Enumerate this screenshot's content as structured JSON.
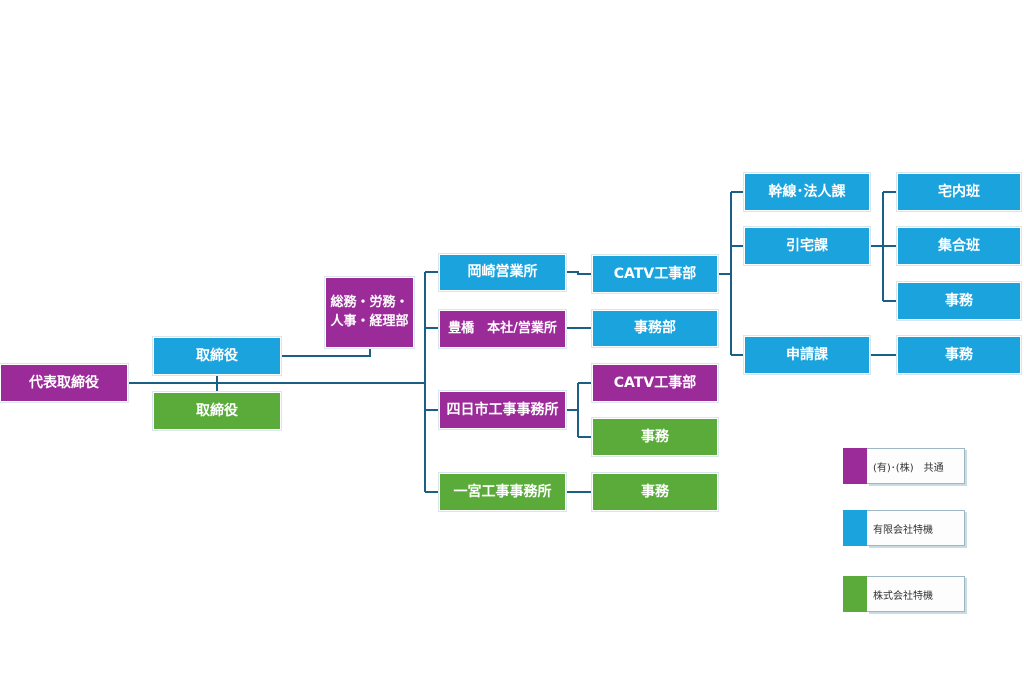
{
  "colors": {
    "purple": "#9b2b99",
    "blue": "#1aa3dd",
    "green": "#5aab3a",
    "line": "#1c5f86"
  },
  "nodes": {
    "ceo": "代表取締役",
    "director_blue": "取締役",
    "director_green": "取締役",
    "general_affairs": "総務・労務・\n人事・経理部",
    "okazaki": "岡崎営業所",
    "toyohashi": "豊橋　本社/営業所",
    "yokkaichi": "四日市工事事務所",
    "ichinomiya": "一宮工事事務所",
    "catv_okazaki": "CATV工事部",
    "jimubu_toyohashi": "事務部",
    "catv_yokkaichi": "CATV工事部",
    "jimu_yokkaichi": "事務",
    "jimu_ichinomiya": "事務",
    "kansen": "幹線･法人課",
    "hikitaku": "引宅課",
    "shinsei": "申請課",
    "takunai": "宅内班",
    "shugo": "集合班",
    "jimu_hikitaku": "事務",
    "jimu_shinsei": "事務"
  },
  "legend": [
    {
      "color": "purple",
      "label": "(有)･(株)　共通"
    },
    {
      "color": "blue",
      "label": "有限会社特機"
    },
    {
      "color": "green",
      "label": "株式会社特機"
    }
  ]
}
